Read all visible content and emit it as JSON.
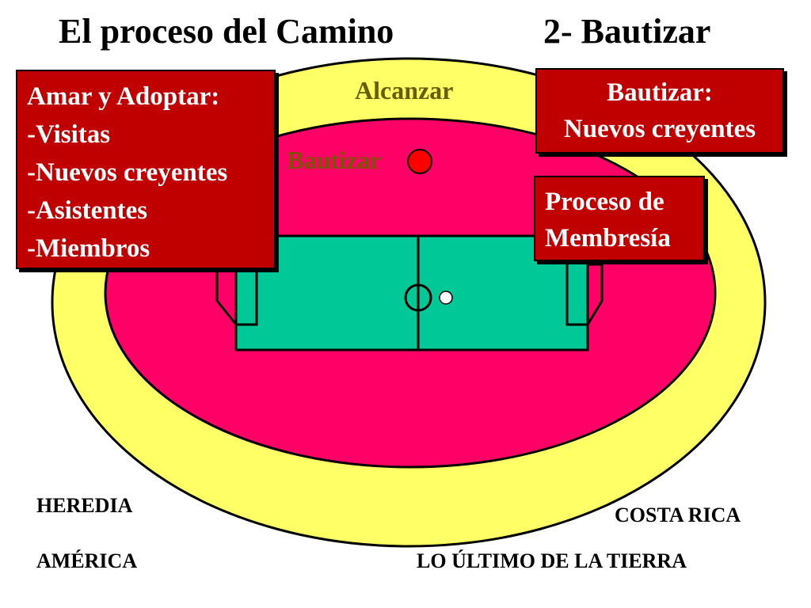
{
  "title": {
    "left": "El proceso del Camino",
    "right": "2- Bautizar"
  },
  "ring_labels": {
    "outer": "Alcanzar",
    "inner": "Bautizar"
  },
  "box_amar": {
    "lines": [
      "Amar y Adoptar:",
      "-Visitas",
      "-Nuevos creyentes",
      "-Asistentes",
      "-Miembros"
    ]
  },
  "box_bautizar": {
    "lines": [
      "Bautizar:",
      "Nuevos creyentes"
    ]
  },
  "box_proceso": {
    "lines": [
      "Proceso de",
      "Membresía"
    ]
  },
  "places": {
    "heredia": "HEREDIA",
    "costa_rica": "COSTA RICA",
    "america": "AMÉRICA",
    "ultimo": "LO ÚLTIMO DE LA TIERRA"
  },
  "colors": {
    "outer_ring": "#ffff66",
    "inner_ring": "#ff0066",
    "pitch": "#00c896",
    "boxes": "#c00000",
    "ball_red": "#ff0000"
  }
}
